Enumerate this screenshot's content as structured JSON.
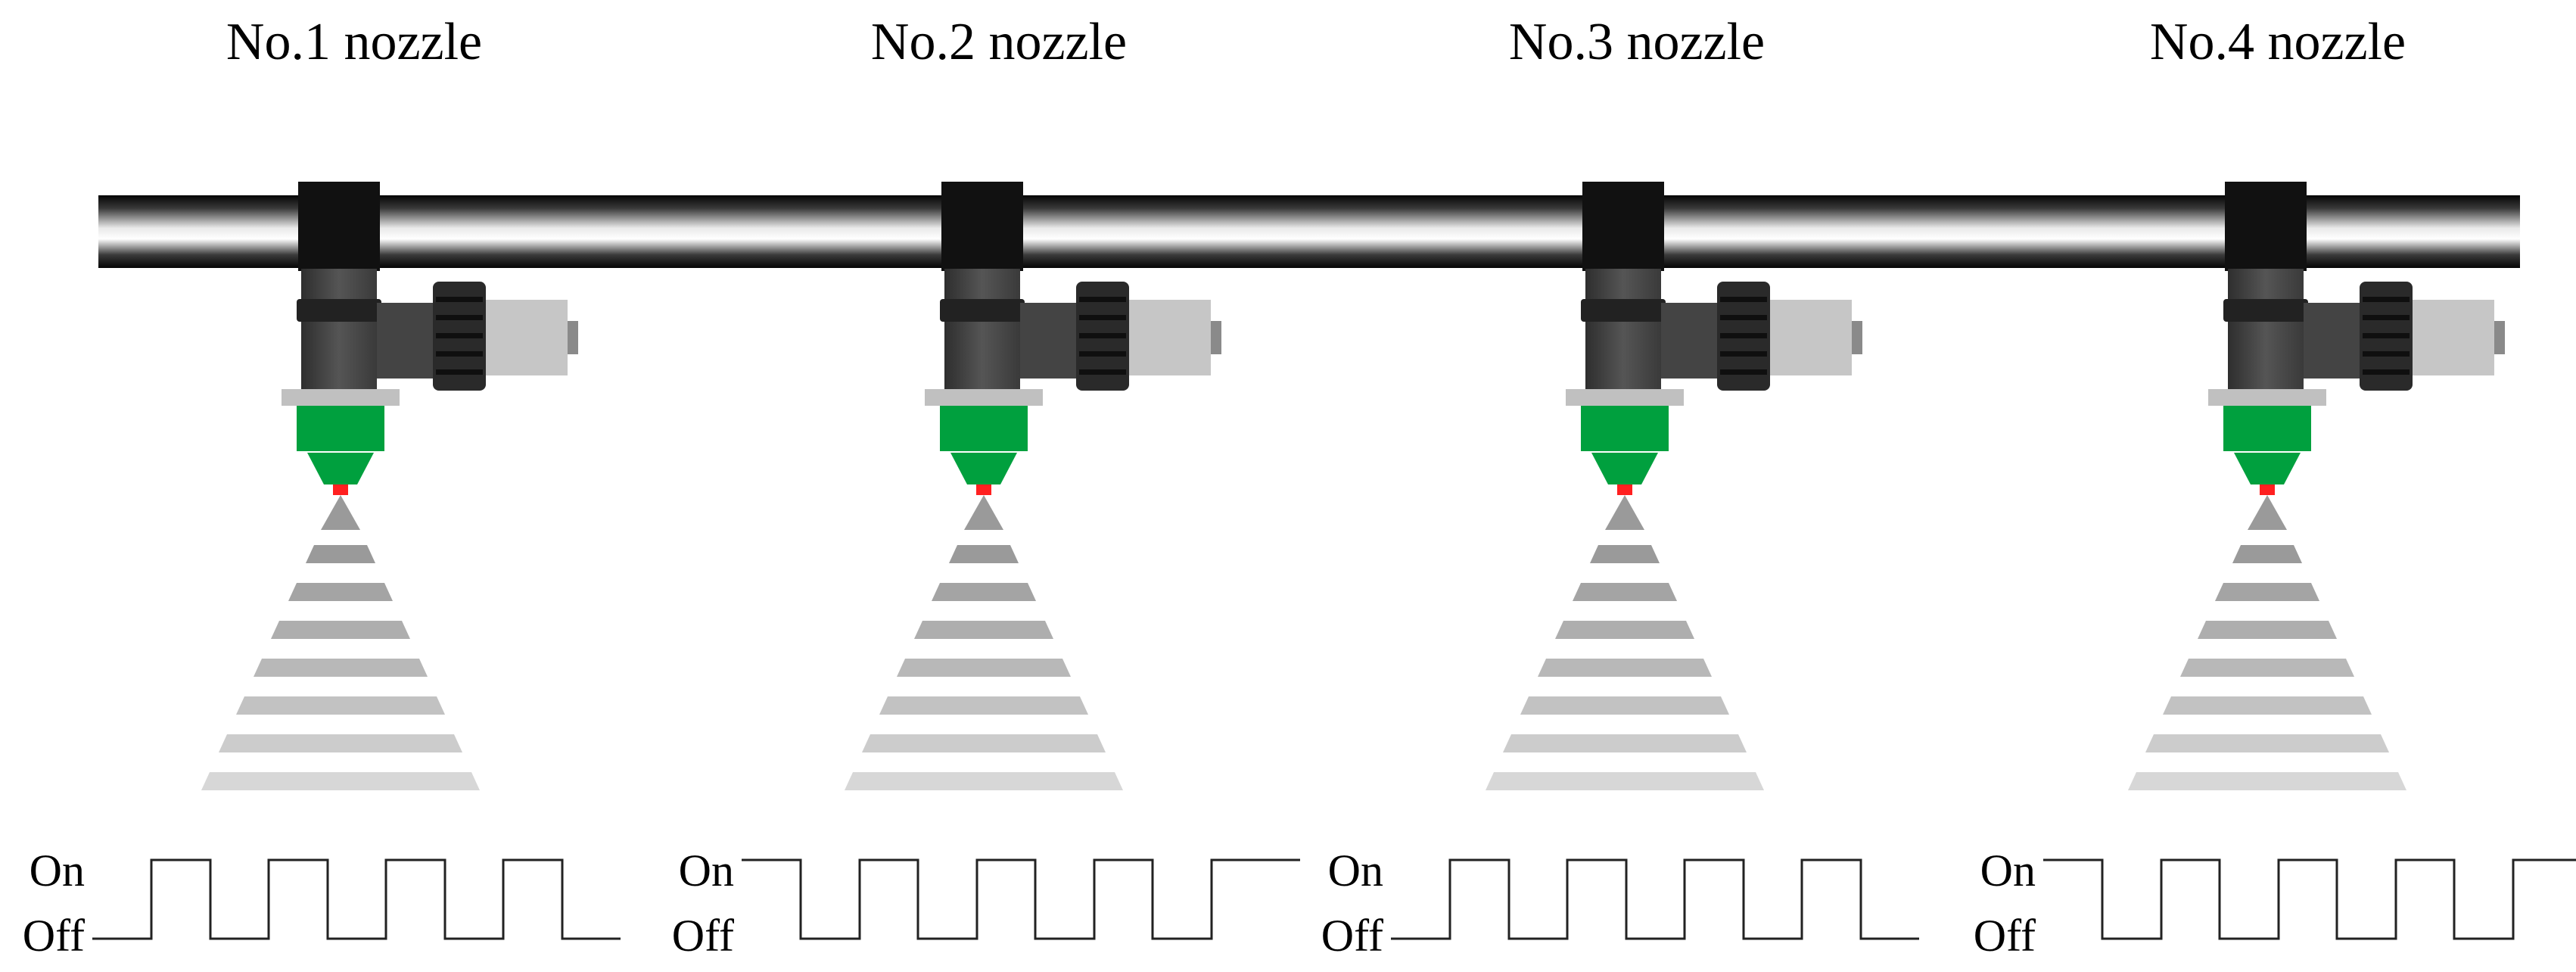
{
  "nozzles": [
    {
      "title": "No.1 nozzle",
      "on_label": "On",
      "off_label": "Off",
      "pulses_start": "off"
    },
    {
      "title": "No.2 nozzle",
      "on_label": "On",
      "off_label": "Off",
      "pulses_start": "on"
    },
    {
      "title": "No.3 nozzle",
      "on_label": "On",
      "off_label": "Off",
      "pulses_start": "off"
    },
    {
      "title": "No.4 nozzle",
      "on_label": "On",
      "off_label": "Off",
      "pulses_start": "on"
    }
  ],
  "colors": {
    "nozzle_tip": "#00a03e",
    "orifice": "#ff2020",
    "spray": "#9a9a9a",
    "pipe_dark": "#111111",
    "valve_gray": "#c6c6c6"
  }
}
